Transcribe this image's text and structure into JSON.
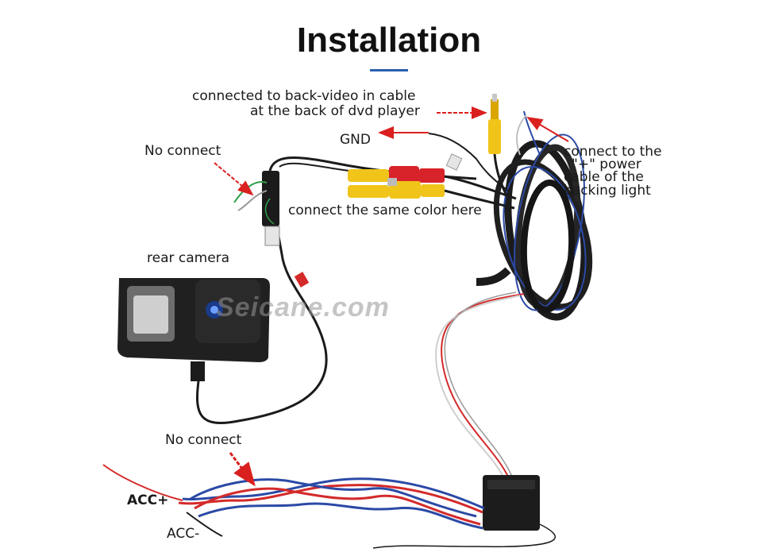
{
  "title": "Installation",
  "watermark": "Seicane.com",
  "labels": {
    "back_video_line1": "connected to back-video in cable",
    "back_video_line2": "at the back of dvd player",
    "gnd": "GND",
    "no_connect_top": "No connect",
    "same_color": "connect the same color here",
    "power_line1": "connect to the",
    "power_line2": "\"+\" power",
    "power_line3": "cable of the",
    "power_line4": "backing light",
    "rear_camera": "rear camera",
    "no_connect_bottom": "No connect",
    "acc_plus": "ACC+",
    "acc_minus": "ACC-"
  },
  "colors": {
    "arrow": "#d9201f",
    "cable_black": "#1b1b1b",
    "wire_blue": "#2b4aa6",
    "wire_red": "#d42a2a",
    "rca_yellow": "#f0c419",
    "rca_red": "#d8232a",
    "title_accent": "#2a5fb0"
  }
}
